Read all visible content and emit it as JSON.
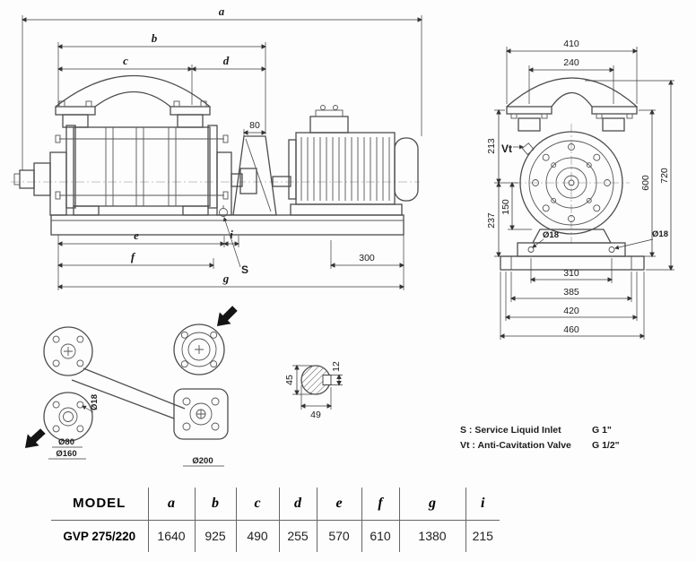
{
  "side_view": {
    "dim_a": "a",
    "dim_b": "b",
    "dim_c": "c",
    "dim_d": "d",
    "dim_80": "80",
    "dim_e": "e",
    "dim_i": "i",
    "dim_f": "f",
    "dim_g": "g",
    "dim_300": "300",
    "label_s": "S"
  },
  "end_view": {
    "dim_410": "410",
    "dim_240": "240",
    "dim_213": "213",
    "dim_237": "237",
    "dim_150": "150",
    "dim_600": "600",
    "dim_720": "720",
    "label_vt": "Vt",
    "dia_18_left": "Ø18",
    "dia_18_right": "Ø18",
    "dim_310": "310",
    "dim_385": "385",
    "dim_420": "420",
    "dim_460": "460"
  },
  "bottom_view": {
    "dia_18": "Ø18",
    "dia_80": "Ø80",
    "dia_160": "Ø160",
    "dia_200": "Ø200"
  },
  "shaft_detail": {
    "dim_45": "45",
    "dim_49": "49",
    "dim_12": "12"
  },
  "legend": {
    "s_line": "S : Service Liquid Inlet",
    "s_size": "G 1\"",
    "vt_line": "Vt : Anti-Cavitation Valve",
    "vt_size": "G 1/2\""
  },
  "table": {
    "headers": [
      "MODEL",
      "a",
      "b",
      "c",
      "d",
      "e",
      "f",
      "g",
      "i"
    ],
    "row": [
      "GVP 275/220",
      "1640",
      "925",
      "490",
      "255",
      "570",
      "610",
      "1380",
      "215"
    ]
  }
}
